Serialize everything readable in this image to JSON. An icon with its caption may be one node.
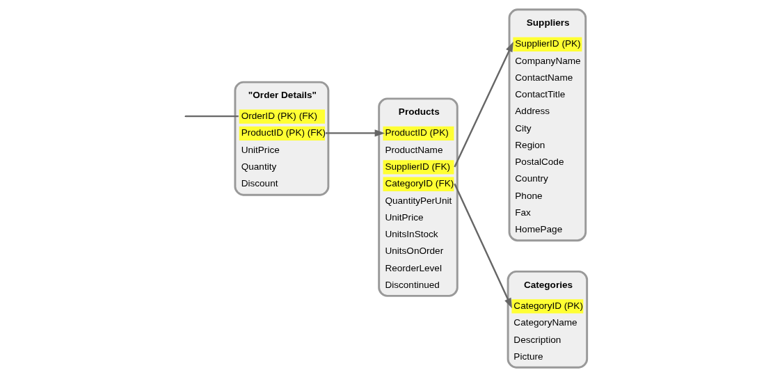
{
  "diagram": {
    "nodes": [
      {
        "text": [
          "\"Order Details\"",
          "OrderID (PK) (FK)",
          "ProductID (PK) (FK)",
          "UnitPrice",
          "Quantity",
          "Discount"
        ]
      },
      {
        "text": [
          "Products",
          "ProductID (PK)",
          "ProductName",
          "SupplierID (FK)",
          "CategoryID (FK)",
          "QuantityPerUnit",
          "UnitPrice",
          "UnitsInStock",
          "UnitsOnOrder",
          "ReorderLevel",
          "Discontinued"
        ]
      },
      {
        "text": [
          "Suppliers",
          "SupplierID (PK)",
          "CompanyName",
          "ContactName",
          "ContactTitle",
          "Address",
          "City",
          "Region",
          "PostalCode",
          "Country",
          "Phone",
          "Fax",
          "HomePage"
        ]
      },
      {
        "text": [
          "Categories",
          "CategoryID (PK)",
          "CategoryName",
          "Description",
          "Picture"
        ]
      }
    ],
    "edges": [
      {
        "from": null,
        "to": 0,
        "arrow": "none"
      },
      {
        "from": 0,
        "to": 1,
        "arrow": "to"
      },
      {
        "from": 1,
        "to": 2,
        "arrow": "to"
      },
      {
        "from": 1,
        "to": 3,
        "arrow": "to"
      }
    ]
  }
}
